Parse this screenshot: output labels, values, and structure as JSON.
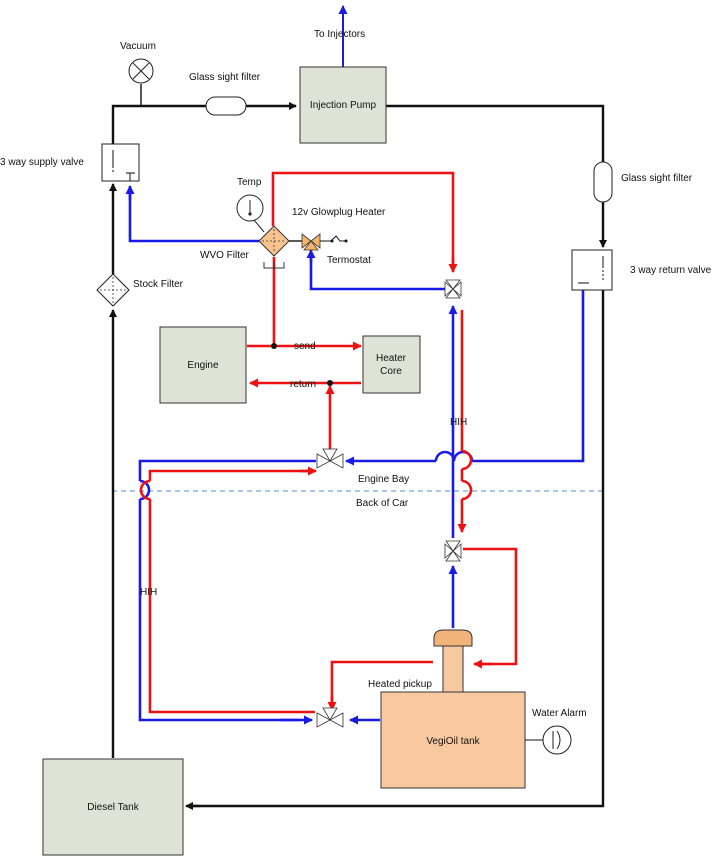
{
  "labels": {
    "to_injectors": "To Injectors",
    "vacuum": "Vacuum",
    "glass_sight_filter_top": "Glass sight filter",
    "injection_pump": "Injection Pump",
    "three_way_supply_valve": "3 way supply valve",
    "glass_sight_filter_right": "Glass sight filter",
    "temp": "Temp",
    "glowplug_heater": "12v Glowplug Heater",
    "wvo_filter": "WVO Filter",
    "termostat": "Termostat",
    "three_way_return_valve": "3 way return valve",
    "stock_filter": "Stock Filter",
    "engine": "Engine",
    "send": "send",
    "heater_core_line1": "Heater",
    "heater_core_line2": "Core",
    "return": "return",
    "hih_right": "HIH",
    "engine_bay": "Engine Bay",
    "back_of_car": "Back of Car",
    "hih_left": "HIH",
    "heated_pickup": "Heated pickup",
    "water_alarm": "Water Alarm",
    "vegioil_tank": "VegiOil tank",
    "diesel_tank": "Diesel Tank"
  },
  "colors": {
    "coolant_line": "#ee1111",
    "veg_oil_line": "#1a1ae6",
    "diesel_line": "#111111",
    "component_fill": "#dfe3d6",
    "tank_fill": "#f8c9a0",
    "divider": "#4a8fd6"
  }
}
